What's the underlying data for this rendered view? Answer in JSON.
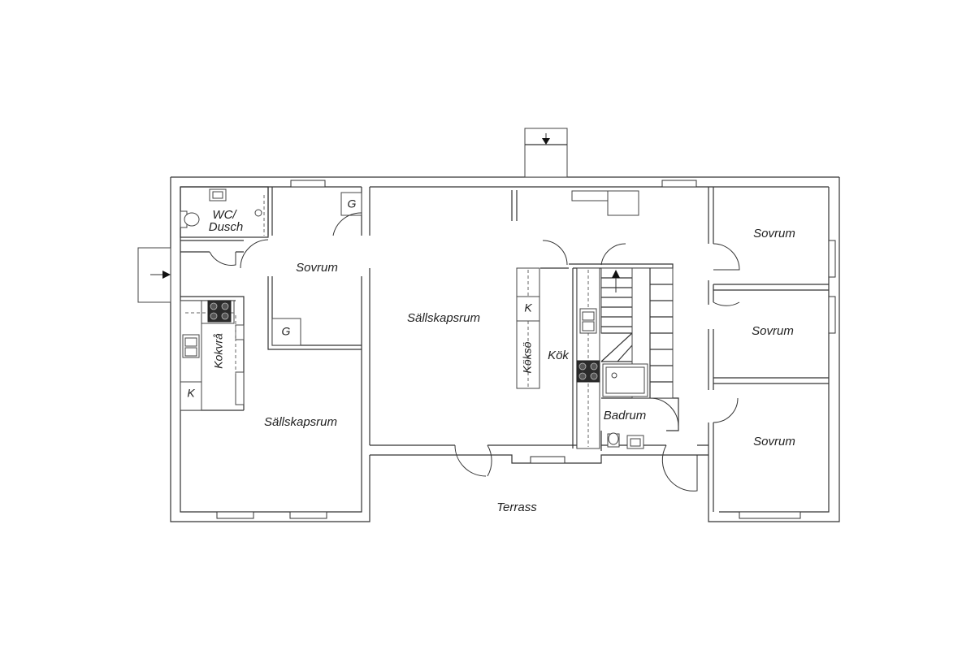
{
  "rooms": {
    "wc_dusch_line1": "WC/",
    "wc_dusch_line2": "Dusch",
    "sovrum_1": "Sovrum",
    "sovrum_2": "Sovrum",
    "sovrum_3": "Sovrum",
    "sovrum_4": "Sovrum",
    "kokvra": "Kokvrå",
    "sallskapsrum_left": "Sällskapsrum",
    "sallskapsrum_center": "Sällskapsrum",
    "koksö": "Köksö",
    "kok": "Kök",
    "badrum": "Badrum",
    "terrass": "Terrass"
  },
  "markers": {
    "g_top": "G",
    "g_sovrum": "G",
    "k_kokvra": "K",
    "k_kok": "K"
  },
  "colors": {
    "wall": "#333333",
    "stove": "#2b2b2b",
    "background": "#ffffff"
  },
  "icons": [
    "entrance-arrow-icon",
    "stair-direction-arrow-icon",
    "stove-icon",
    "sink-icon",
    "toilet-icon",
    "shower-icon"
  ]
}
